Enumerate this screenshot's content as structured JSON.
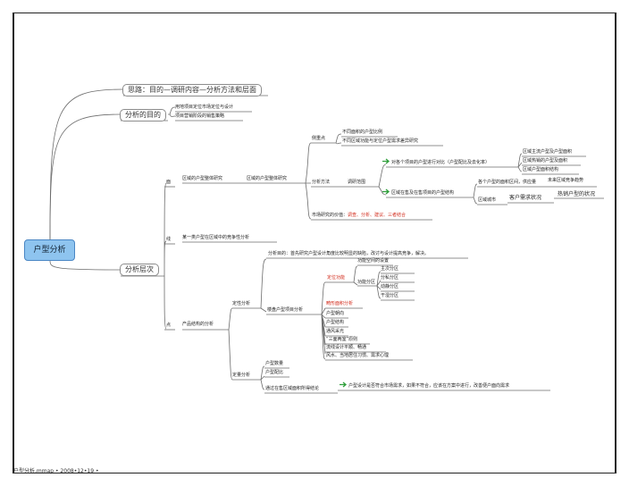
{
  "center": "户型分析",
  "main": {
    "idea": "思路：目的—调研内容—分析方法和层面",
    "purpose": "分析的目的",
    "levels": "分析层次"
  },
  "purpose_items": [
    "用地项目定位市场定位与设计",
    "项目营销阶段的销售策略"
  ],
  "levels_items": {
    "mian": "面",
    "xian": "线",
    "dian": "点"
  },
  "mian": {
    "regional_research": "区域的户型整体研究",
    "overall_research": "区域的户型整体研究",
    "observe": "侧重点",
    "observe_items": [
      "不同面积的户型比例",
      "不同区域功能与定位户型需求差异研究"
    ],
    "method": "分析方法",
    "survey": "调研范围",
    "survey_a": "对各个项目的户型进行对比（户型配比及去化率）",
    "survey_a_items": [
      "区域主流户型及户型面积",
      "区域热销的户型及面积",
      "区域户型面积结构"
    ],
    "survey_b": "区域在售及在售项目的户型结构",
    "survey_b_1": "各个户型的面积区间，供应量",
    "survey_b_1_item": "未来区域竞争趋势",
    "survey_b_2": "区域城市",
    "survey_b_2_mid": "客户需求状况",
    "survey_b_2_item": "热销户型的状况",
    "value_prefix": "市场研究的价值：",
    "value_red": "调查、分析、建议、三者结合"
  },
  "xian": {
    "item": "某一类户型在区域中的竞争性分析"
  },
  "dian": {
    "product_analysis": "产品结构的分析",
    "qual": "定性分析",
    "quant": "定量分析",
    "purpose_text": "分析目的：首先研究户型设计角度比较明显的缺陷，改讨与设计提高竞争，解决。",
    "building_analysis": "楼盘户型项目分析",
    "def_function_red": "定位功能",
    "def_sub1": "功能空间的设置",
    "def_sub2": "功能分区",
    "zones": [
      "主次分区",
      "分私分区",
      "动静分区",
      "干湿分区"
    ],
    "items": [
      "畸形面积分析",
      "户型朝向",
      "户型结构",
      "通风采光",
      "“三面两室”原则",
      "流线设计平顺、畅通",
      "风水、当地居住习惯、需求心理"
    ],
    "quant_items": [
      "户型数量",
      "户型配比"
    ],
    "quant_c": "通过在售区域面积所得结论",
    "quant_c_item": "户型设计是否符合市场需求，如果不符合，应该在方案中进行，改善便户面向需求"
  },
  "footer": "户型分析.mmap • 2008•12•19 •",
  "colors": {
    "center_fill": "#8ec4ef",
    "line": "#6c6c6c",
    "red_text": "#d22a1a",
    "icon_green": "#2e9e3a"
  },
  "icons": [
    "green-arrow-icon"
  ]
}
